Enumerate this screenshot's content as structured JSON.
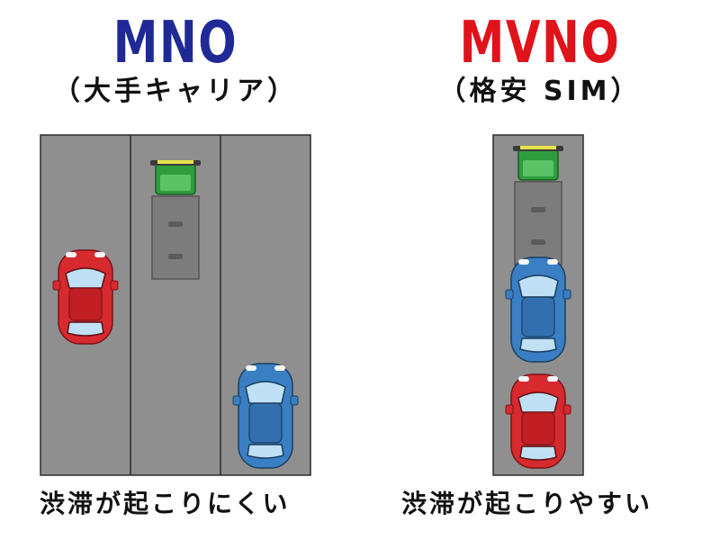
{
  "colors": {
    "mno_title": "#1f2a96",
    "mvno_title": "#e0121a",
    "road": "#8f8f8f",
    "road_line": "#2b2b2b",
    "car_red": "#d62a2f",
    "car_blue": "#3a7fc4",
    "truck_cab": "#2f9d3d",
    "truck_bed": "#7c7c7c"
  },
  "left": {
    "title": "MNO",
    "subtitle": "（大手キャリア）",
    "caption": "渋滞が起こりにくい"
  },
  "right": {
    "title": "MVNO",
    "subtitle": "（格安 SIM）",
    "caption": "渋滞が起こりやすい"
  }
}
